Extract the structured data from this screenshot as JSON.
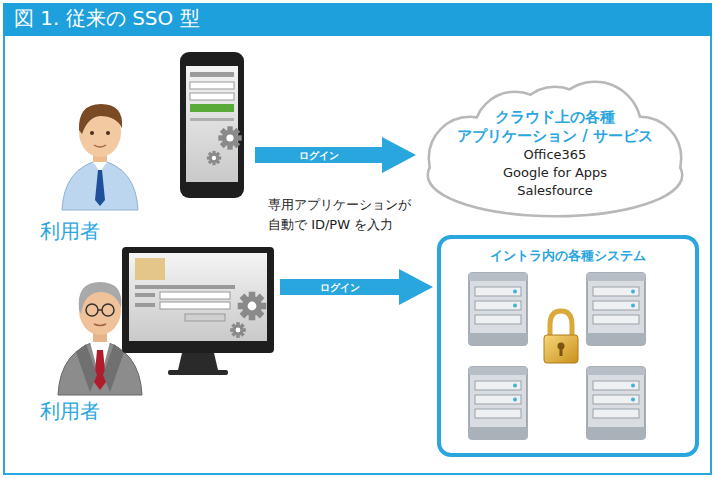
{
  "diagram": {
    "title": "図 1. 従来の SSO 型",
    "nodes": [
      {
        "text": [
          "利用者"
        ]
      },
      {
        "text": [
          "クラウド上の各種 アプリケーション / サービス",
          "Office365",
          "Google for Apps",
          "Salesfource"
        ]
      },
      {
        "text": [
          "利用者"
        ]
      },
      {
        "text": [
          "イントラ内の各種システム"
        ]
      }
    ],
    "edges": [
      {
        "from": 0,
        "to": 1,
        "label": "ログイン",
        "arrow": "to"
      },
      {
        "from": 2,
        "to": 3,
        "label": "ログイン",
        "arrow": "to"
      }
    ],
    "labels": [
      "専用アプリケーションが 自動で ID/PW を入力"
    ]
  }
}
